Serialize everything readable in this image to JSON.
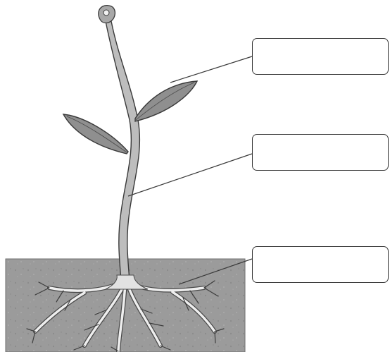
{
  "diagram": {
    "labels": [
      {
        "id": "leaf",
        "text": ""
      },
      {
        "id": "stem",
        "text": ""
      },
      {
        "id": "root",
        "text": ""
      }
    ]
  },
  "colors": {
    "soil": "#9b9b9b",
    "soil_dark": "#858585",
    "stem": "#b9b9b9",
    "leaf": "#8f8f8f",
    "outline": "#3a3a3a",
    "box_border": "#3a3a3a"
  }
}
